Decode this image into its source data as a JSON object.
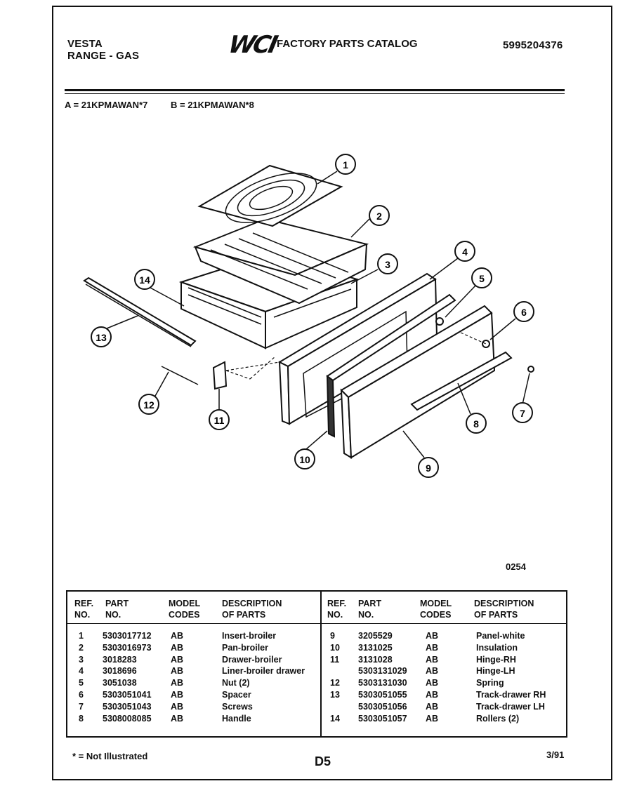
{
  "header": {
    "brand": "VESTA",
    "product": "RANGE - GAS",
    "logo_text": "WCI",
    "catalog_title": "FACTORY PARTS CATALOG",
    "catalog_number": "5995204376"
  },
  "models": {
    "a": "A = 21KPMAWAN*7",
    "b": "B = 21KPMAWAN*8"
  },
  "diagram": {
    "figure_number": "0254",
    "callouts": [
      "1",
      "2",
      "3",
      "4",
      "5",
      "6",
      "7",
      "8",
      "9",
      "10",
      "11",
      "12",
      "13",
      "14"
    ]
  },
  "table": {
    "headers": {
      "ref1": "REF.",
      "ref2": "NO.",
      "part1": "PART",
      "part2": "NO.",
      "model1": "MODEL",
      "model2": "CODES",
      "desc1": "DESCRIPTION",
      "desc2": "OF PARTS"
    },
    "left": [
      {
        "ref": "1",
        "part": "5303017712",
        "codes": "AB",
        "desc": "Insert-broiler"
      },
      {
        "ref": "2",
        "part": "5303016973",
        "codes": "AB",
        "desc": "Pan-broiler"
      },
      {
        "ref": "3",
        "part": "3018283",
        "codes": "AB",
        "desc": "Drawer-broiler"
      },
      {
        "ref": "4",
        "part": "3018696",
        "codes": "AB",
        "desc": "Liner-broiler drawer"
      },
      {
        "ref": "5",
        "part": "3051038",
        "codes": "AB",
        "desc": "Nut (2)"
      },
      {
        "ref": "6",
        "part": "5303051041",
        "codes": "AB",
        "desc": "Spacer"
      },
      {
        "ref": "7",
        "part": "5303051043",
        "codes": "AB",
        "desc": "Screws"
      },
      {
        "ref": "8",
        "part": "5308008085",
        "codes": "AB",
        "desc": "Handle"
      }
    ],
    "right": [
      {
        "ref": "9",
        "part": "3205529",
        "codes": "AB",
        "desc": "Panel-white"
      },
      {
        "ref": "10",
        "part": "3131025",
        "codes": "AB",
        "desc": "Insulation"
      },
      {
        "ref": "11",
        "part": "3131028",
        "codes": "AB",
        "desc": "Hinge-RH"
      },
      {
        "ref": "",
        "part": "5303131029",
        "codes": "AB",
        "desc": "Hinge-LH"
      },
      {
        "ref": "12",
        "part": "5303131030",
        "codes": "AB",
        "desc": "Spring"
      },
      {
        "ref": "13",
        "part": "5303051055",
        "codes": "AB",
        "desc": "Track-drawer RH"
      },
      {
        "ref": "",
        "part": "5303051056",
        "codes": "AB",
        "desc": "Track-drawer LH"
      },
      {
        "ref": "14",
        "part": "5303051057",
        "codes": "AB",
        "desc": "Rollers (2)"
      }
    ]
  },
  "footer": {
    "note": "* = Not Illustrated",
    "page_id": "D5",
    "date": "3/91"
  }
}
